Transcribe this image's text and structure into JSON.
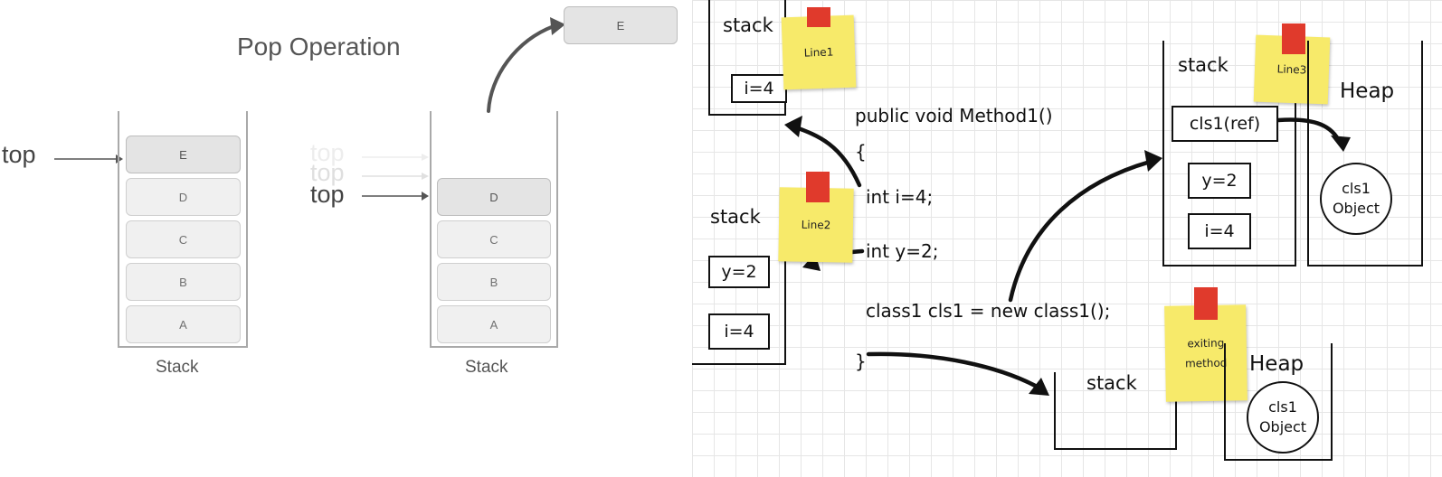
{
  "pop_diagram": {
    "title": "Pop Operation",
    "before": {
      "top_label": "top",
      "cells": [
        "E",
        "D",
        "C",
        "B",
        "A"
      ],
      "caption": "Stack"
    },
    "after": {
      "ghost_top_labels": [
        "top",
        "top"
      ],
      "top_label": "top",
      "cells": [
        "D",
        "C",
        "B",
        "A"
      ],
      "caption": "Stack",
      "popped": "E"
    }
  },
  "memory_diagram": {
    "code": {
      "signature": "public void Method1()",
      "open_brace": "{",
      "line1": "int i=4;",
      "line2": "int y=2;",
      "line3": "class1 cls1 = new class1();",
      "close_brace": "}"
    },
    "panel_line1": {
      "stack_label": "stack",
      "note": "Line1",
      "values": [
        "i=4"
      ]
    },
    "panel_line2": {
      "stack_label": "stack",
      "note": "Line2",
      "values": [
        "y=2",
        "i=4"
      ]
    },
    "panel_line3": {
      "stack_label": "stack",
      "note": "Line3",
      "values": [
        "cls1(ref)",
        "y=2",
        "i=4"
      ],
      "heap_label": "Heap",
      "object": [
        "cls1",
        "Object"
      ]
    },
    "panel_exit": {
      "stack_label": "stack",
      "note": [
        "exiting",
        "method"
      ],
      "heap_label": "Heap",
      "object": [
        "cls1",
        "Object"
      ]
    }
  }
}
